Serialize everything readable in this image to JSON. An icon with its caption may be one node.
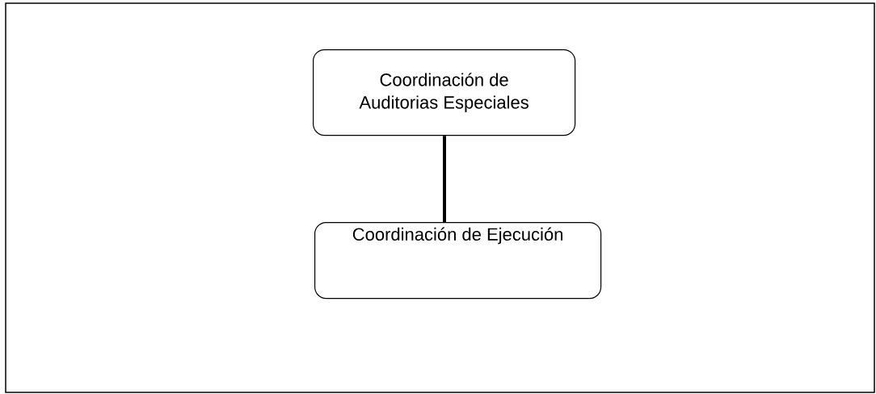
{
  "diagram": {
    "nodes": [
      {
        "text": [
          "Coordinación de Auditorias Especiales"
        ]
      },
      {
        "text": [
          "Coordinación de Ejecución"
        ]
      }
    ],
    "edges": [
      {
        "from": 0,
        "to": 1,
        "arrow": "none"
      }
    ]
  }
}
